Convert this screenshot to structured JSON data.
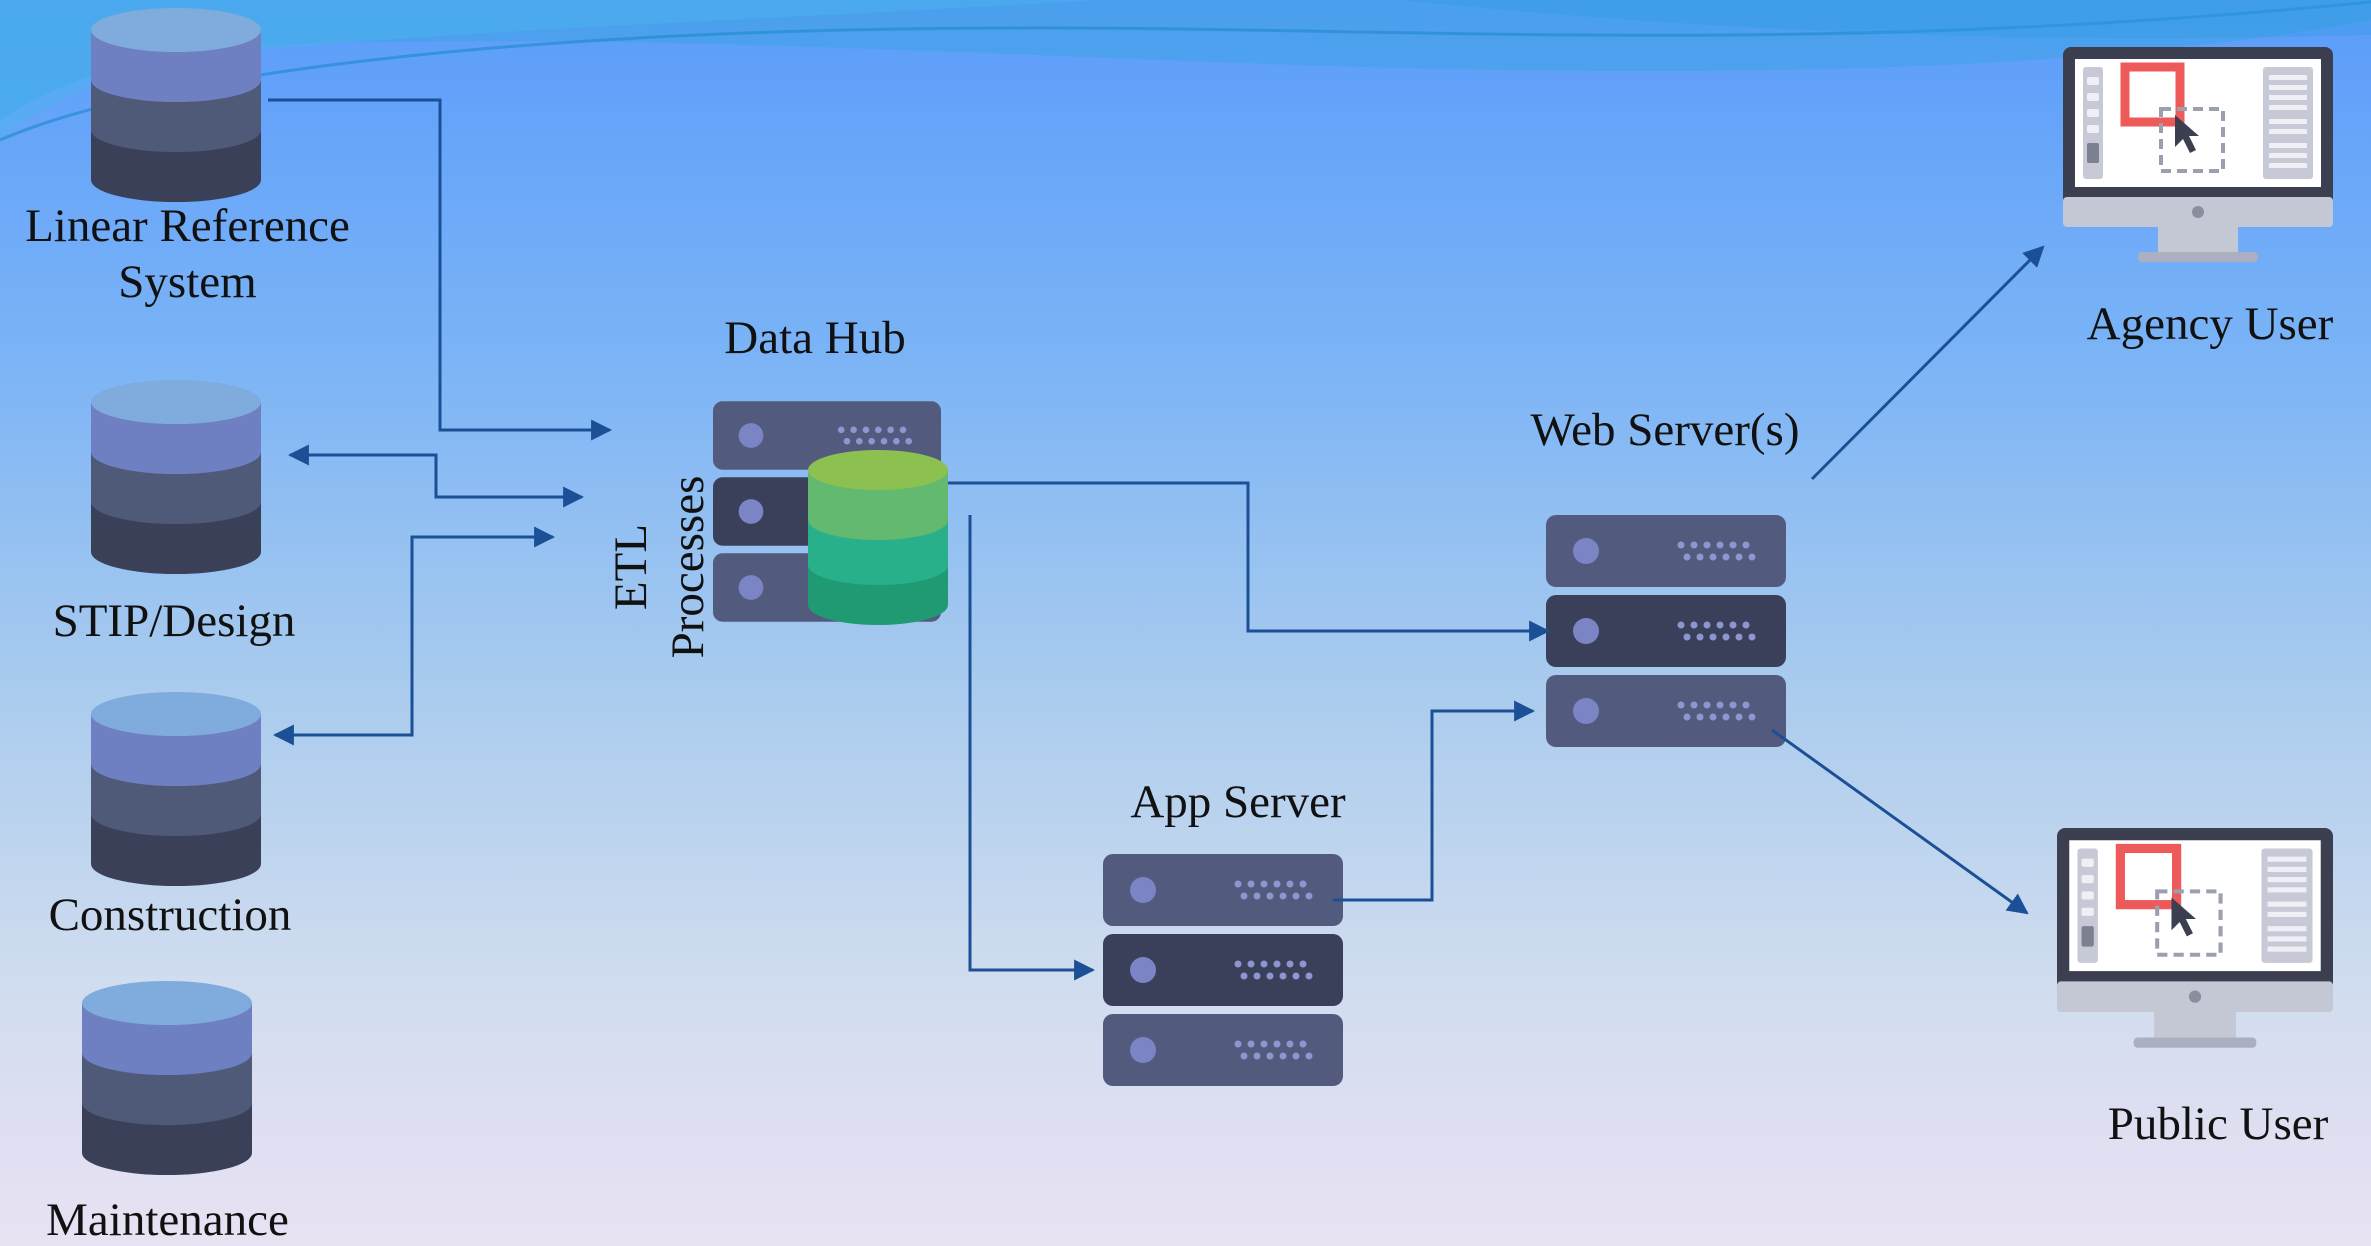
{
  "sources": {
    "lrs": "Linear Reference System",
    "stip": "STIP/Design",
    "construction": "Construction",
    "maintenance": "Maintenance"
  },
  "etl": "ETL Processes",
  "data_hub": "Data Hub",
  "app_server": "App Server",
  "web_servers": "Web Server(s)",
  "agency_user": "Agency User",
  "public_user": "Public User",
  "colors": {
    "arrow": "#1b4f96",
    "db_top": "#7facdc",
    "db_band2": "#6e7fc2",
    "db_band3": "#4f5978",
    "db_bottom": "#3a4057",
    "server_light": "#525b7d",
    "server_dark": "#3a4059",
    "hub_green": "#8cc152"
  }
}
